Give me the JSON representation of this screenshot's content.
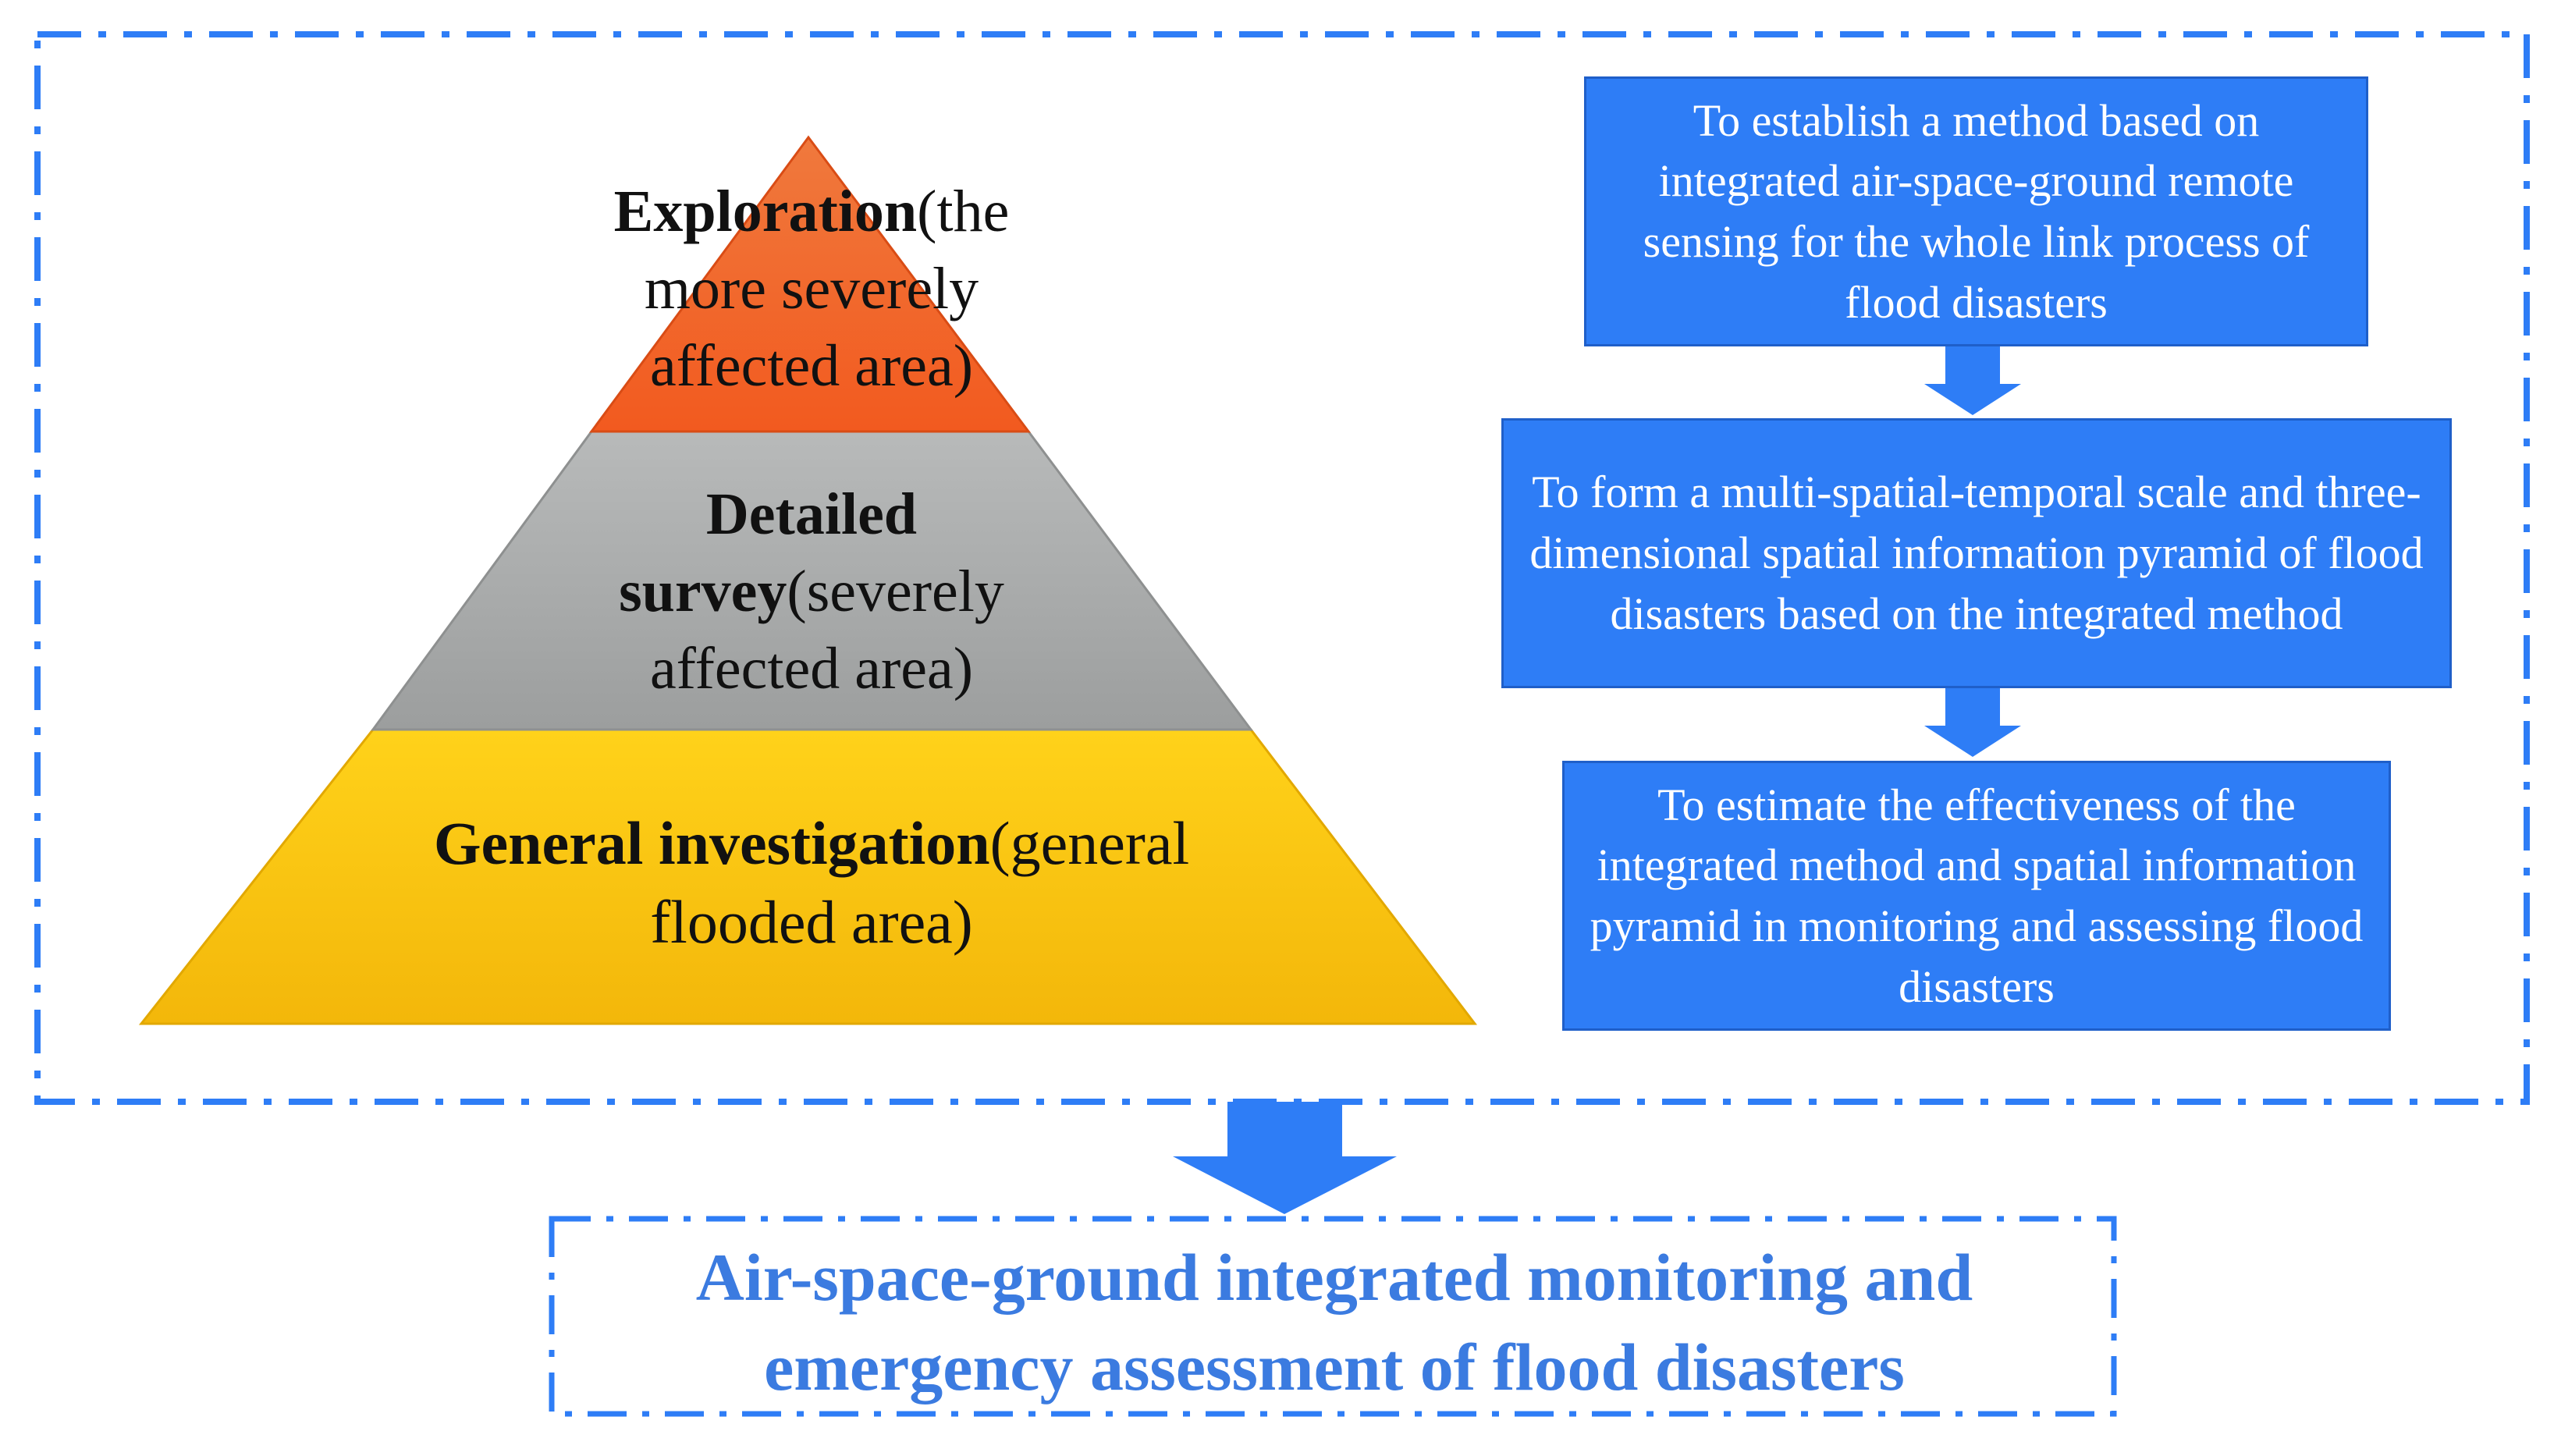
{
  "pyramid": {
    "top": {
      "bold": "Exploration",
      "rest": "(the more severely affected area)"
    },
    "middle": {
      "bold": "Detailed survey",
      "rest": "(severely affected area)"
    },
    "bottom": {
      "bold": "General investigation",
      "rest": "(general flooded area)"
    }
  },
  "steps": [
    "To establish a method based on integrated air-space-ground remote sensing for the whole link process of flood disasters",
    "To form a multi-spatial-temporal scale and three-dimensional spatial information pyramid of flood disasters based on the integrated method",
    "To estimate the effectiveness of the integrated method and spatial information pyramid in monitoring and assessing flood disasters"
  ],
  "result": "Air-space-ground integrated monitoring and emergency assessment of flood disasters",
  "colors": {
    "pyramid_top": "#f2622b",
    "pyramid_middle": "#a7a9a9",
    "pyramid_bottom": "#f7c20f",
    "step_box": "#2e7df6",
    "arrow": "#2e7df6",
    "dashed_border": "#2e7df6",
    "result_text": "#3b7be0"
  }
}
